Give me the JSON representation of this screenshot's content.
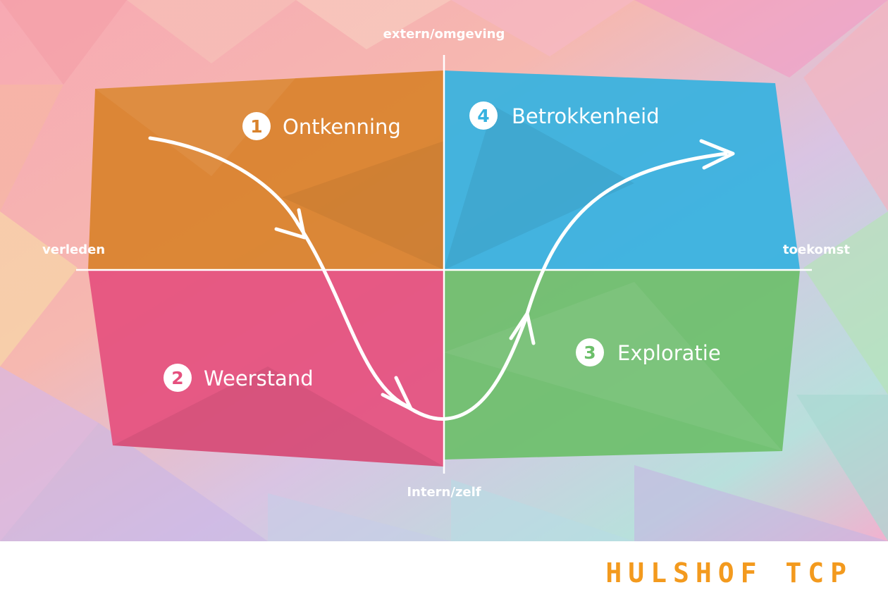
{
  "axes": {
    "top": "extern/omgeving",
    "bottom": "Intern/zelf",
    "left": "verleden",
    "right": "toekomst"
  },
  "stages": [
    {
      "number": "1",
      "label": "Ontkenning",
      "color": "#d9822b"
    },
    {
      "number": "2",
      "label": "Weerstand",
      "color": "#e5507e"
    },
    {
      "number": "3",
      "label": "Exploratie",
      "color": "#6cbf6a"
    },
    {
      "number": "4",
      "label": "Betrokkenheid",
      "color": "#35b2e0"
    }
  ],
  "logo": {
    "text": "HULSHOF TCP",
    "color": "#f39a1e"
  },
  "background_colors": [
    "#f59aab",
    "#f7b9c1",
    "#f5c6a0",
    "#c7b4e0",
    "#a6dcd6",
    "#f3a6c8"
  ]
}
